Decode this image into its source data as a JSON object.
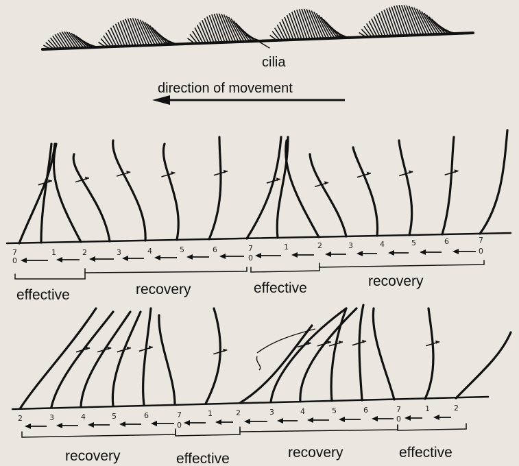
{
  "labels": {
    "cilia": "cilia",
    "direction": "direction of movement"
  },
  "rows": [
    {
      "positions_a": [
        "7",
        "0",
        "1",
        "2",
        "3",
        "4",
        "5",
        "6",
        "7",
        "0",
        "1",
        "2",
        "3",
        "4",
        "5",
        "6",
        "7",
        "0"
      ],
      "phases": [
        "effective",
        "recovery",
        "effective",
        "recovery"
      ]
    },
    {
      "positions_b": [
        "2",
        "3",
        "4",
        "5",
        "6",
        "7",
        "0",
        "1",
        "2",
        "3",
        "4",
        "5",
        "6",
        "7",
        "0",
        "1",
        "2"
      ],
      "phases": [
        "recovery",
        "effective",
        "recovery",
        "effective"
      ]
    }
  ],
  "colors": {
    "ink": "#111111",
    "paper": "#ebe6df"
  }
}
